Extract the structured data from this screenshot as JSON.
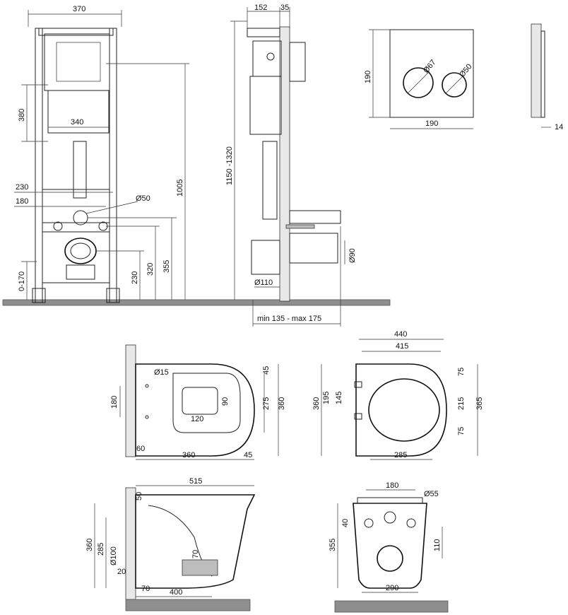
{
  "labels": {
    "frame_width": "370",
    "side_152": "152",
    "side_35": "35",
    "cistern_height": "380",
    "cistern_width": "340",
    "frame_1005": "1005",
    "frame_range_height": "1150 -1320",
    "width_230": "230",
    "width_180": "180",
    "inlet_diameter": "Ø50",
    "height_355": "355",
    "height_320": "320",
    "height_230": "230",
    "adjust_range": "0-170",
    "drain_diameter": "Ø110",
    "outlet_diameter": "Ø90",
    "wall_depth_range": "min 135 - max 175",
    "plate_height": "190",
    "plate_width": "190",
    "button_large": "Ø67",
    "button_small": "Ø50",
    "plate_thickness": "14",
    "top_view_180": "180",
    "top_view_15": "Ø15",
    "top_view_45a": "45",
    "top_view_275": "275",
    "top_view_360": "360",
    "top_view_90": "90",
    "top_view_120": "120",
    "top_view_60": "60",
    "top_view_length": "360",
    "top_view_45b": "45",
    "seat_440": "440",
    "seat_415": "415",
    "seat_360": "360",
    "seat_195": "195",
    "seat_145": "145",
    "seat_75a": "75",
    "seat_215": "215",
    "seat_365": "365",
    "seat_75b": "75",
    "seat_285": "285",
    "side_515": "515",
    "side_50": "50",
    "side_360": "360",
    "side_285": "285",
    "side_d100": "Ø100",
    "side_20": "20",
    "side_70a": "70",
    "side_70b": "70",
    "side_400": "400",
    "rear_180": "180",
    "rear_d55": "Ø55",
    "rear_40": "40",
    "rear_355": "355",
    "rear_110": "110",
    "rear_290": "290"
  },
  "colors": {
    "floor": "#8e8e8e",
    "frame_line": "#222222",
    "fill_grey": "#bdbdbd"
  }
}
